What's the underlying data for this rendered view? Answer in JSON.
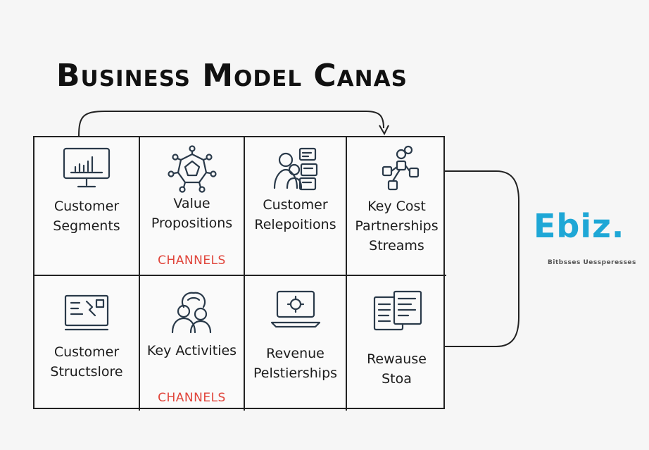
{
  "title": "Business Model Canas",
  "cells": [
    {
      "label": "Customer\nSegments",
      "icon": "monitor-chart-icon"
    },
    {
      "label": "Value\nPropositions",
      "icon": "network-icon",
      "tag": "CHANNELS"
    },
    {
      "label": "Customer\nRelepoitions",
      "icon": "people-screens-icon"
    },
    {
      "label": "Key Cost\nPartnerships\nStreams",
      "icon": "puzzle-nodes-icon"
    },
    {
      "label": "Customer\nStructslore",
      "icon": "presentation-board-icon"
    },
    {
      "label": "Key Activities",
      "icon": "brain-people-icon",
      "tag": "CHANNELS"
    },
    {
      "label": "Revenue\nPelstierships",
      "icon": "laptop-gear-icon"
    },
    {
      "label": "Rewause\nStoa",
      "icon": "documents-icon"
    }
  ],
  "logo": {
    "text": "Ebiz.",
    "subtitle": "Bitbsses Uessperesses"
  },
  "colors": {
    "accent": "#e0443a",
    "brand": "#1ea7d6",
    "ink": "#1a1a1a"
  }
}
